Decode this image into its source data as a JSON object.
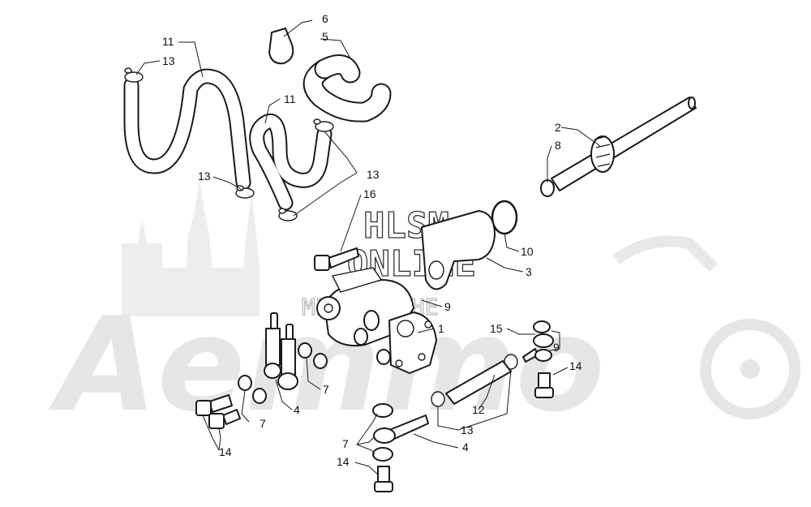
{
  "watermark": {
    "brand": "Aemmo",
    "site_line1": "HLSM",
    "site_line2": "ONLINE",
    "site_line3": "MICROFICHE"
  },
  "colors": {
    "line": "#1a1a1a",
    "watermark": "#e6e6e6"
  },
  "callouts": [
    {
      "id": "c-6",
      "label": "6"
    },
    {
      "id": "c-5",
      "label": "5"
    },
    {
      "id": "c-11a",
      "label": "11"
    },
    {
      "id": "c-13a",
      "label": "13"
    },
    {
      "id": "c-11b",
      "label": "11"
    },
    {
      "id": "c-2",
      "label": "2"
    },
    {
      "id": "c-8",
      "label": "8"
    },
    {
      "id": "c-13b",
      "label": "13"
    },
    {
      "id": "c-13c",
      "label": "13"
    },
    {
      "id": "c-16",
      "label": "16"
    },
    {
      "id": "c-10",
      "label": "10"
    },
    {
      "id": "c-3",
      "label": "3"
    },
    {
      "id": "c-9a",
      "label": "9"
    },
    {
      "id": "c-1",
      "label": "1"
    },
    {
      "id": "c-15",
      "label": "15"
    },
    {
      "id": "c-9b",
      "label": "9"
    },
    {
      "id": "c-14a",
      "label": "14"
    },
    {
      "id": "c-7a",
      "label": "7"
    },
    {
      "id": "c-4a",
      "label": "4"
    },
    {
      "id": "c-7b",
      "label": "7"
    },
    {
      "id": "c-12",
      "label": "12"
    },
    {
      "id": "c-13d",
      "label": "13"
    },
    {
      "id": "c-14b",
      "label": "14"
    },
    {
      "id": "c-7c",
      "label": "7"
    },
    {
      "id": "c-4b",
      "label": "4"
    },
    {
      "id": "c-14c",
      "label": "14"
    }
  ]
}
